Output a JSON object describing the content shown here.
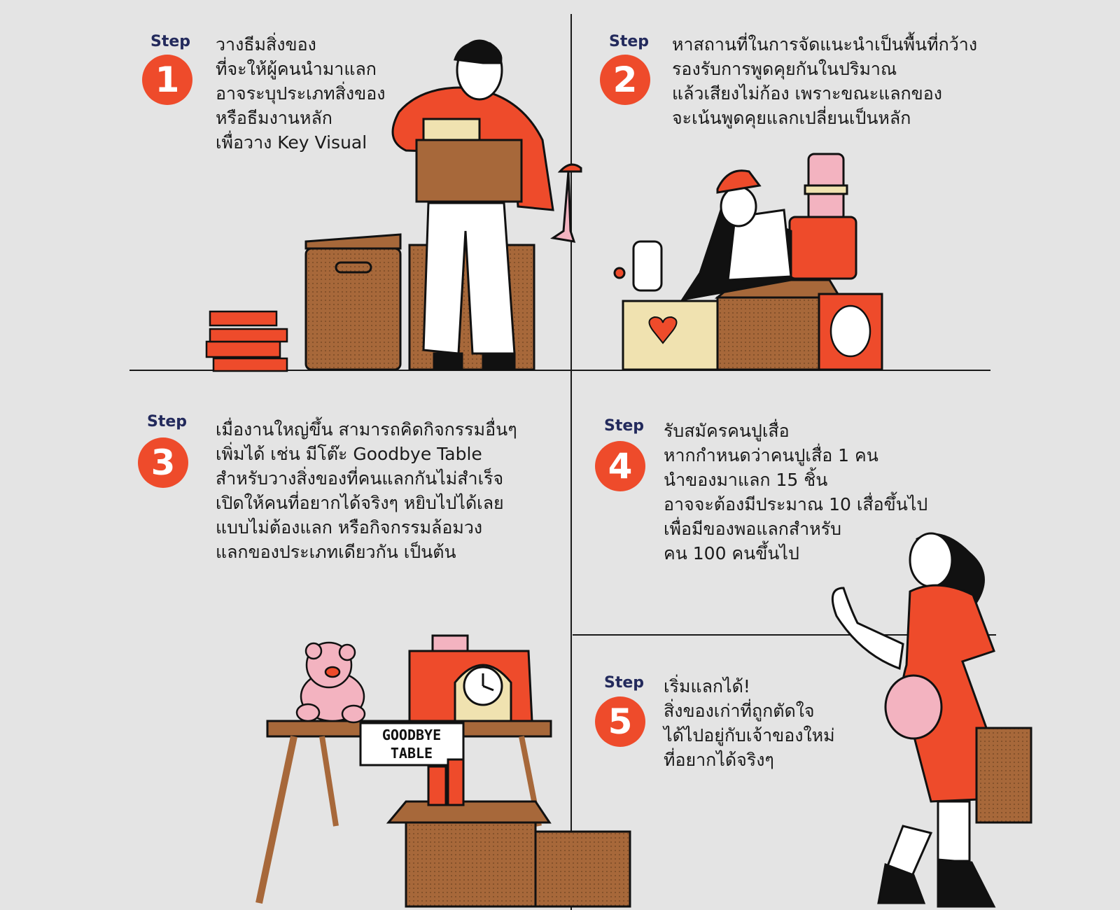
{
  "steps": [
    {
      "label": "Step",
      "number": "1",
      "lines": [
        "วางธีมสิ่งของ",
        "ที่จะให้ผู้คนนำมาแลก",
        "อาจระบุประเภทสิ่งของ",
        "หรือธีมงานหลัก",
        "เพื่อวาง Key Visual"
      ]
    },
    {
      "label": "Step",
      "number": "2",
      "lines": [
        "หาสถานที่ในการจัดแนะนำเป็นพื้นที่กว้าง",
        "รองรับการพูดคุยกันในปริมาณ",
        "แล้วเสียงไม่ก้อง เพราะขณะแลกของ",
        "จะเน้นพูดคุยแลกเปลี่ยนเป็นหลัก"
      ]
    },
    {
      "label": "Step",
      "number": "3",
      "lines": [
        "เมื่องานใหญ่ขึ้น สามารถคิดกิจกรรมอื่นๆ",
        "เพิ่มได้ เช่น มีโต๊ะ Goodbye Table",
        "สำหรับวางสิ่งของที่คนแลกกันไม่สำเร็จ",
        "เปิดให้คนที่อยากได้จริงๆ หยิบไปได้เลย",
        "แบบไม่ต้องแลก หรือกิจกรรมล้อมวง",
        "แลกของประเภทเดียวกัน เป็นต้น"
      ]
    },
    {
      "label": "Step",
      "number": "4",
      "lines": [
        "รับสมัครคนปูเสื่อ",
        "หากกำหนดว่าคนปูเสื่อ 1 คน",
        "นำของมาแลก 15 ชิ้น",
        "อาจจะต้องมีประมาณ 10 เสื่อขึ้นไป",
        "เพื่อมีของพอแลกสำหรับ",
        "คน 100 คนขึ้นไป"
      ]
    },
    {
      "label": "Step",
      "number": "5",
      "lines": [
        "เริ่มแลกได้!",
        "สิ่งของเก่าที่ถูกตัดใจ",
        "ได้ไปอยู่กับเจ้าของใหม่",
        "ที่อยากได้จริงๆ"
      ]
    }
  ],
  "sign": {
    "line1": "GOODBYE",
    "line2": "TABLE"
  },
  "colors": {
    "background": "#e4e4e4",
    "accent": "#ee4b2b",
    "step_label": "#232a5c",
    "box_brown": "#a7683a",
    "pink": "#f3b3c0",
    "cream": "#f0e2b0"
  }
}
